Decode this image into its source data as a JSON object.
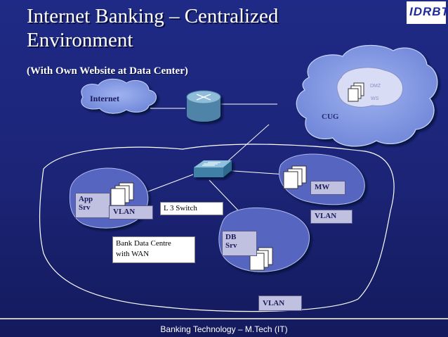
{
  "slide": {
    "title_line1": "Internet Banking – Centralized",
    "title_line2": "Environment",
    "subtitle": "(With Own Website at Data Center)",
    "logo_text": "IDRBT",
    "footer": "Banking Technology – M.Tech (IT)"
  },
  "diagram": {
    "internet": "Internet",
    "cug": "CUG",
    "dmz": "DMZ",
    "ws": "WS",
    "l3_switch": "L 3 Switch",
    "app_srv_1": "App",
    "app_srv_2": "Srv",
    "db_srv_1": "DB",
    "db_srv_2": "Srv",
    "mw": "MW",
    "vlan": "VLAN",
    "bank_dc_1": "Bank Data Centre",
    "bank_dc_2": "with WAN"
  },
  "colors": {
    "background": "#1f2a86",
    "cloud": "#8fa3e8",
    "vlan_blob": "#5c6cc4",
    "router": "#5a8fb0"
  }
}
